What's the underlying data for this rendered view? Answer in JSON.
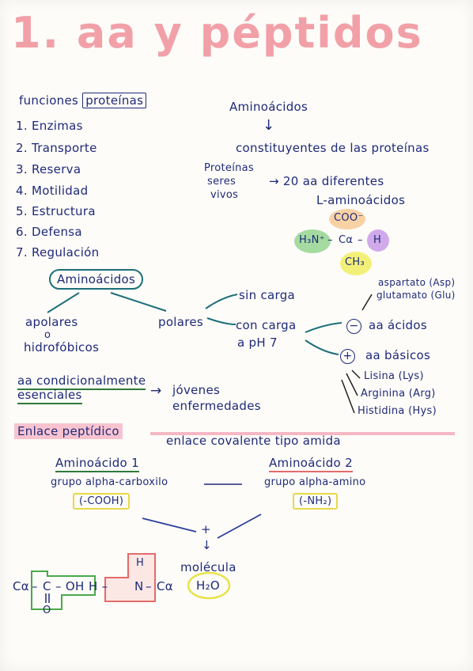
{
  "title": "1. aa y péptidos",
  "funciones": {
    "heading_prefix": "funciones",
    "heading_boxed": "proteínas",
    "items": [
      "1. Enzimas",
      "2. Transporte",
      "3. Reserva",
      "4. Motilidad",
      "5. Estructura",
      "6. Defensa",
      "7. Regulación"
    ]
  },
  "aminoacidos_top": {
    "heading": "Aminoácidos",
    "arrow": "↓",
    "line": "constituyentes de las proteínas",
    "proteinas_line1": "Proteínas",
    "proteinas_line2": "seres",
    "proteinas_line3": "vivos",
    "count": "→ 20 aa diferentes",
    "type": "L-aminoácidos"
  },
  "structure": {
    "coo": "COO⁻",
    "h3n": "H₃N⁺",
    "calpha": "Cα",
    "h": "H",
    "ch3": "CH₃",
    "dash1": "–",
    "dash2": "–"
  },
  "classification": {
    "root": "Aminoácidos",
    "apolares": "apolares",
    "o": "o",
    "hidrofobicos": "hidrofóbicos",
    "polares": "polares",
    "sin_carga": "sin carga",
    "con_carga": "con carga",
    "ph": "a pH 7",
    "minus": "−",
    "plus": "+",
    "acidos": "aa ácidos",
    "basicos": "aa básicos",
    "aspartato": "aspartato (Asp)",
    "glutamato": "glutamato (Glu)",
    "lisina": "Lisina (Lys)",
    "arginina": "Arginina (Arg)",
    "histidina": "Histidina (Hys)"
  },
  "condicionales": {
    "line1": "aa condicionalmente",
    "line2": "esenciales",
    "arrow": "→",
    "jovenes": "jóvenes",
    "enfermedades": "enfermedades"
  },
  "enlace": {
    "heading": "Enlace peptídico",
    "desc": "enlace covalente tipo amida",
    "aa1": "Aminoácido 1",
    "aa2": "Aminoácido 2",
    "grupo1": "grupo alpha-carboxilo",
    "grupo2": "grupo alpha-amino",
    "cooh": "(-COOH)",
    "nh2": "(-NH₂)",
    "plus": "+",
    "arrow": "↓",
    "molecula": "molécula",
    "h2o": "H₂O"
  },
  "reaction": {
    "ca_left": "Cα",
    "c": "C",
    "o_chain": "– OH",
    "h_chain": "H –",
    "n": "N",
    "ca_right": "Cα",
    "h_top": "H",
    "o_bottom": "O",
    "dash": "–"
  }
}
